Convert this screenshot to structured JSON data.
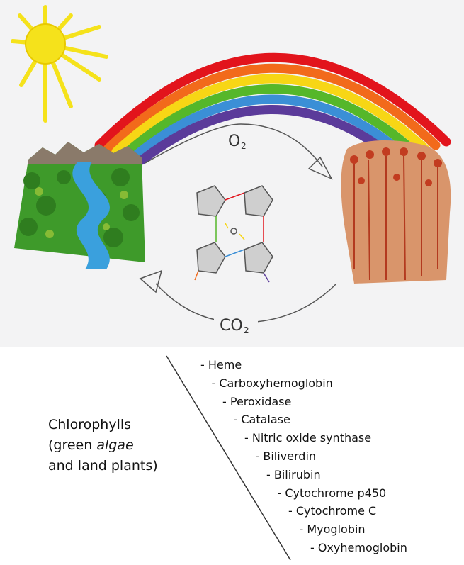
{
  "cycle": {
    "o2_label": "O",
    "o2_sub": "2",
    "co2_label": "CO",
    "co2_sub": "2"
  },
  "chlorophylls": {
    "line1": "Chlorophylls",
    "line2_prefix": "(green ",
    "line2_italic": "algae",
    "line3": "and land plants)"
  },
  "heme_compounds": [
    "- Heme",
    "- Carboxyhemoglobin",
    "- Peroxidase",
    "- Catalase",
    "- Nitric oxide synthase",
    "- Biliverdin",
    "- Bilirubin",
    "- Cytochrome p450",
    "- Cytochrome C",
    "- Myoglobin",
    "- Oxyhemoglobin"
  ],
  "colors": {
    "rainbow": [
      "#e2141c",
      "#f26a1b",
      "#f7d615",
      "#55b72a",
      "#3b8fd6",
      "#5b3b9a"
    ],
    "sun": "#f5e21b",
    "water": "#3aa0dd",
    "forest": "#3e9a2a",
    "people": "#d9956b",
    "arrow": "#555555",
    "background": "#f3f3f4"
  }
}
